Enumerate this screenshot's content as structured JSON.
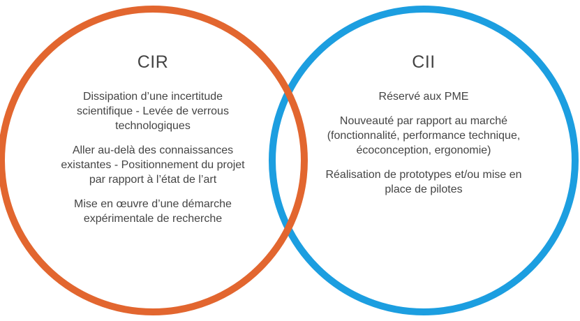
{
  "left": {
    "title": "CIR",
    "color": "#e2662f",
    "items": [
      "Dissipation d’une incertitude scientifique - Levée de verrous technologiques",
      "Aller au-delà des connaissances existantes - Positionnement du projet par rapport à l’état de l’art",
      "Mise en œuvre d’une démarche expérimentale de recherche"
    ]
  },
  "right": {
    "title": "CII",
    "color": "#1c9ee0",
    "items": [
      "Réservé aux PME",
      "Nouveauté par rapport au marché (fonctionnalité, performance technique, écoconception, ergonomie)",
      "Réalisation de prototypes et/ou mise en place de pilotes"
    ]
  }
}
